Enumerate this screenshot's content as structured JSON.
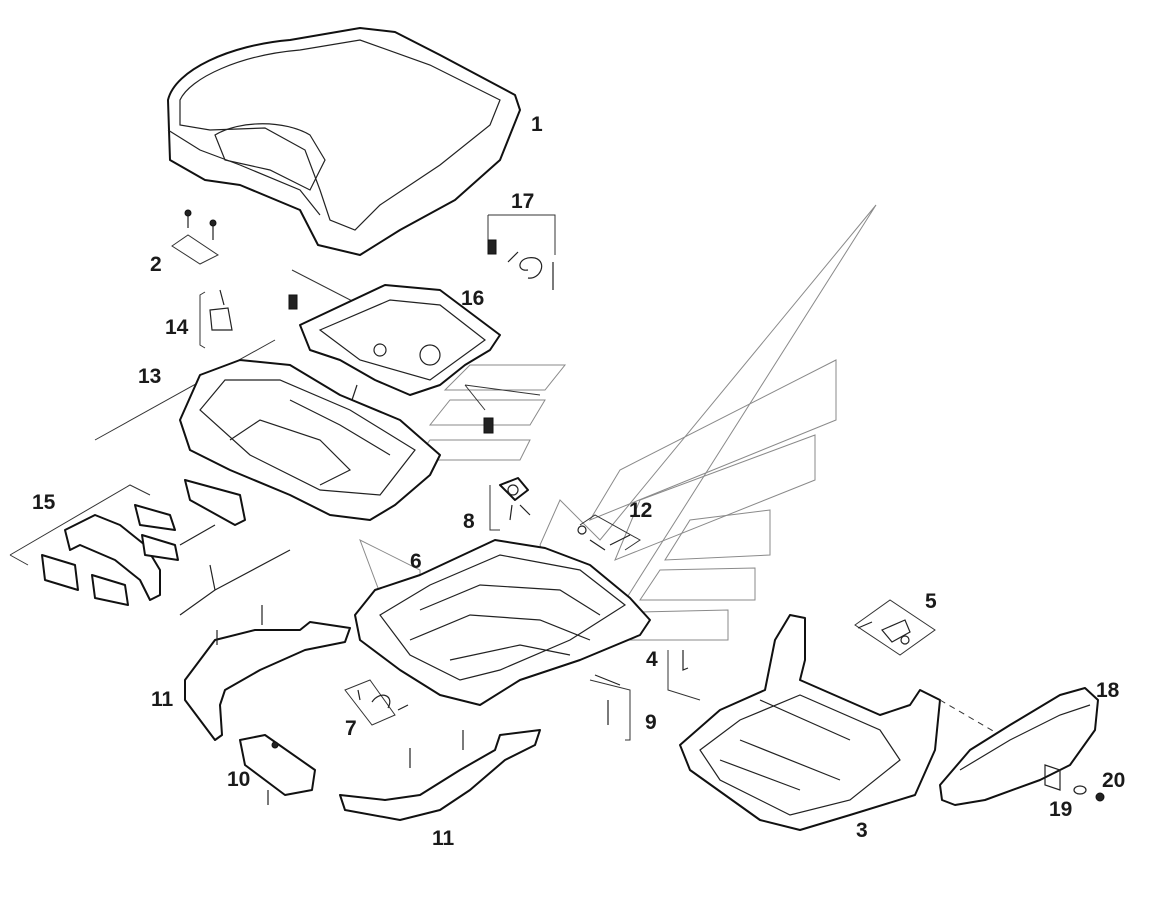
{
  "labels": [
    {
      "id": "1",
      "text": "1"
    },
    {
      "id": "2",
      "text": "2"
    },
    {
      "id": "3",
      "text": "3"
    },
    {
      "id": "4",
      "text": "4"
    },
    {
      "id": "5",
      "text": "5"
    },
    {
      "id": "6",
      "text": "6"
    },
    {
      "id": "7",
      "text": "7"
    },
    {
      "id": "8",
      "text": "8"
    },
    {
      "id": "9",
      "text": "9"
    },
    {
      "id": "10",
      "text": "10"
    },
    {
      "id": "11a",
      "text": "11"
    },
    {
      "id": "11b",
      "text": "11"
    },
    {
      "id": "12",
      "text": "12"
    },
    {
      "id": "13",
      "text": "13"
    },
    {
      "id": "14",
      "text": "14"
    },
    {
      "id": "15",
      "text": "15"
    },
    {
      "id": "16",
      "text": "16"
    },
    {
      "id": "17",
      "text": "17"
    },
    {
      "id": "18",
      "text": "18"
    },
    {
      "id": "19",
      "text": "19"
    },
    {
      "id": "20",
      "text": "20"
    }
  ],
  "colors": {
    "line": "#111111",
    "background": "#ffffff",
    "watermark": "#8a8a8a"
  }
}
